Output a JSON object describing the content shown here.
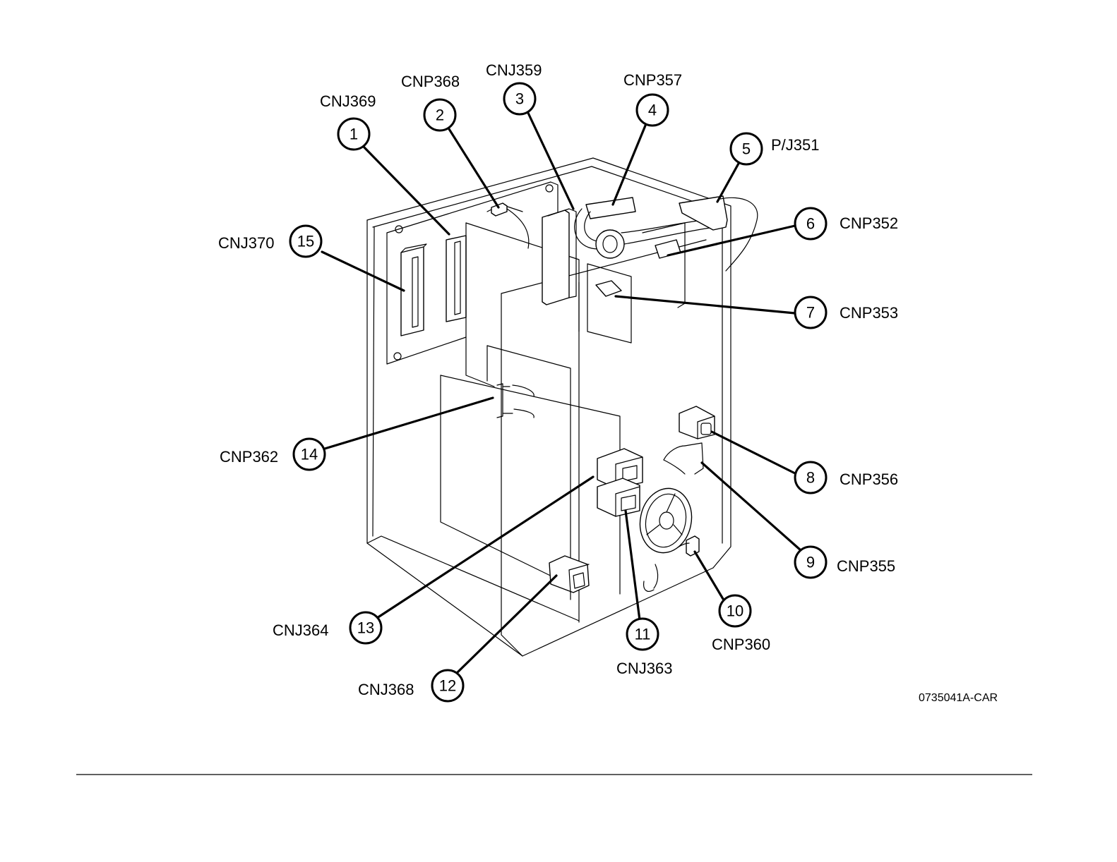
{
  "callouts": [
    {
      "number": "1",
      "label": "CNJ369"
    },
    {
      "number": "2",
      "label": "CNP368"
    },
    {
      "number": "3",
      "label": "CNJ359"
    },
    {
      "number": "4",
      "label": "CNP357"
    },
    {
      "number": "5",
      "label": "P/J351"
    },
    {
      "number": "6",
      "label": "CNP352"
    },
    {
      "number": "7",
      "label": "CNP353"
    },
    {
      "number": "8",
      "label": "CNP356"
    },
    {
      "number": "9",
      "label": "CNP355"
    },
    {
      "number": "10",
      "label": "CNP360"
    },
    {
      "number": "11",
      "label": "CNJ363"
    },
    {
      "number": "12",
      "label": "CNJ368"
    },
    {
      "number": "13",
      "label": "CNJ364"
    },
    {
      "number": "14",
      "label": "CNP362"
    },
    {
      "number": "15",
      "label": "CNJ370"
    }
  ],
  "figure_code": "0735041A-CAR"
}
